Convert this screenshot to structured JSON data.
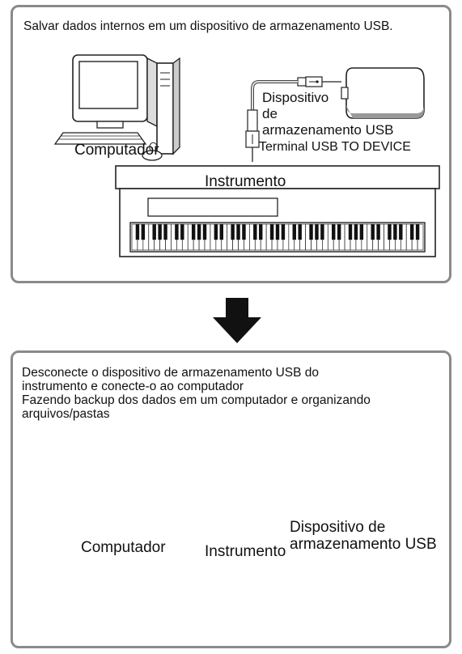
{
  "panel_save": {
    "caption": "Salvar dados internos em um dispositivo de armazenamento USB.",
    "computer_label": "Computador",
    "storage_label_line1": "Dispositivo",
    "storage_label_line2": "de",
    "storage_label_line3": "armazenamento USB",
    "terminal_label": "Terminal USB TO DEVICE",
    "instrument_label": "Instrumento"
  },
  "panel_backup": {
    "caption_line1": "Desconecte o dispositivo de armazenamento USB do",
    "caption_line2": "instrumento e conecte-o ao computador",
    "caption_line3": "Fazendo backup dos dados em um computador e organizando",
    "caption_line4": "arquivos/pastas",
    "computer_label": "Computador",
    "storage_label_line1": "Dispositivo de",
    "storage_label_line2": "armazenamento USB",
    "instrument_label": "Instrumento"
  }
}
